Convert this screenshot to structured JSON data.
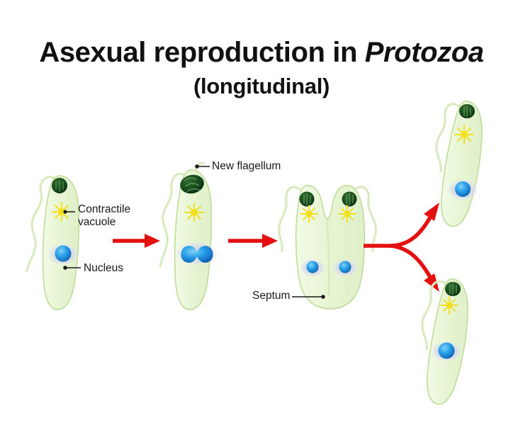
{
  "title": {
    "main_prefix": "Asexual reproduction in ",
    "main_species": "Protozoa",
    "subtitle": "(longitudinal)"
  },
  "labels": {
    "contractile_vacuole": "Contractile\nvacuole",
    "nucleus": "Nucleus",
    "new_flagellum": "New flagellum",
    "septum": "Septum"
  },
  "colors": {
    "arrow_red": "#e41010",
    "cell_body": "#eaf6d6",
    "cell_outline": "#b9d98f",
    "nucleus_blue": "#1c8fe0",
    "nucleus_halo": "#c9c9e8",
    "vacuole_yellow": "#f2e020",
    "kinetoplast_green": "#12411a",
    "text_black": "#111111",
    "background": "#ffffff"
  },
  "chart_data": {
    "type": "diagram",
    "title": "Asexual reproduction in Protozoa (longitudinal)",
    "stages": [
      {
        "index": 1,
        "name": "parent-cell",
        "organelles": [
          "kinetoplast",
          "flagellum",
          "contractile-vacuole",
          "nucleus"
        ],
        "nucleus_count": 1,
        "vacuole_count": 1,
        "kinetoplast_count": 1,
        "flagellum_count": 1
      },
      {
        "index": 2,
        "name": "nucleus-dividing-cell",
        "organelles": [
          "kinetoplast",
          "flagellum",
          "new-flagellum",
          "contractile-vacuole",
          "dividing-nucleus"
        ],
        "nucleus_count": 1,
        "vacuole_count": 1,
        "kinetoplast_count": 1,
        "flagellum_count": 2,
        "note": "dumbbell-shaped dividing nucleus"
      },
      {
        "index": 3,
        "name": "cleaving-cell",
        "organelles": [
          "kinetoplast",
          "flagellum",
          "contractile-vacuole",
          "nucleus",
          "septum"
        ],
        "nucleus_count": 2,
        "vacuole_count": 2,
        "kinetoplast_count": 2,
        "flagellum_count": 2,
        "note": "Y-shaped longitudinal cleft forming septum"
      },
      {
        "index": 4,
        "name": "daughter-cell-upper",
        "organelles": [
          "kinetoplast",
          "flagellum",
          "contractile-vacuole",
          "nucleus"
        ],
        "nucleus_count": 1,
        "vacuole_count": 1,
        "kinetoplast_count": 1,
        "flagellum_count": 1
      },
      {
        "index": 5,
        "name": "daughter-cell-lower",
        "organelles": [
          "kinetoplast",
          "flagellum",
          "contractile-vacuole",
          "nucleus"
        ],
        "nucleus_count": 1,
        "vacuole_count": 1,
        "kinetoplast_count": 1,
        "flagellum_count": 1
      }
    ],
    "arrows": [
      {
        "from": 1,
        "to": 2,
        "style": "straight"
      },
      {
        "from": 2,
        "to": 3,
        "style": "straight"
      },
      {
        "from": 3,
        "to": 4,
        "style": "curved-up"
      },
      {
        "from": 3,
        "to": 5,
        "style": "curved-down"
      }
    ]
  }
}
